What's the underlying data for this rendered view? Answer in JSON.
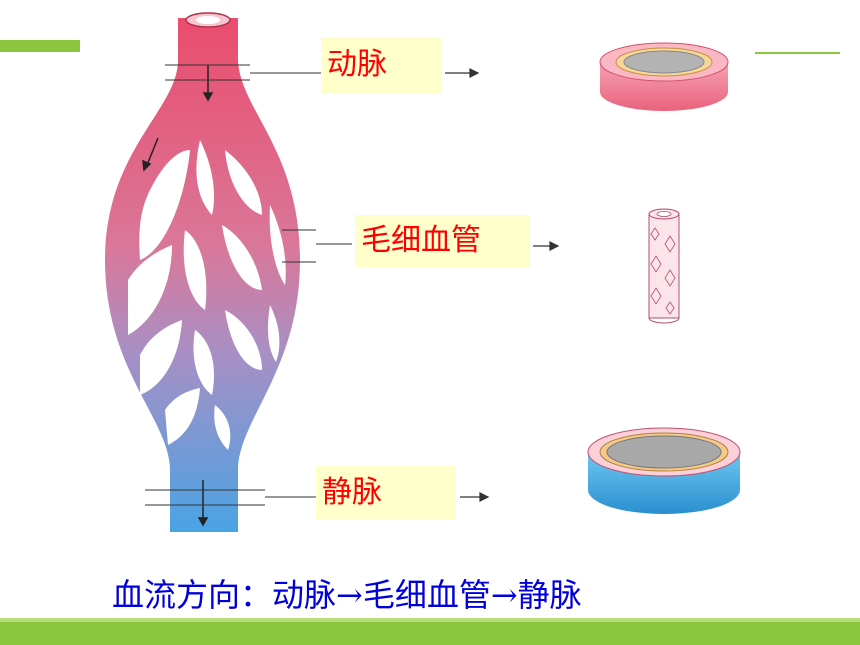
{
  "labels": {
    "artery": "动脉",
    "capillary": "毛细血管",
    "vein": "静脉"
  },
  "caption": "血流方向：动脉→毛细血管→静脉",
  "colors": {
    "artery_red": "#ea4c6c",
    "vein_blue": "#4aa3e4",
    "label_bg": "#ffffcc",
    "label_text": "#ff0000",
    "caption_text": "#0000dd",
    "accent_green": "#8cc63f"
  }
}
